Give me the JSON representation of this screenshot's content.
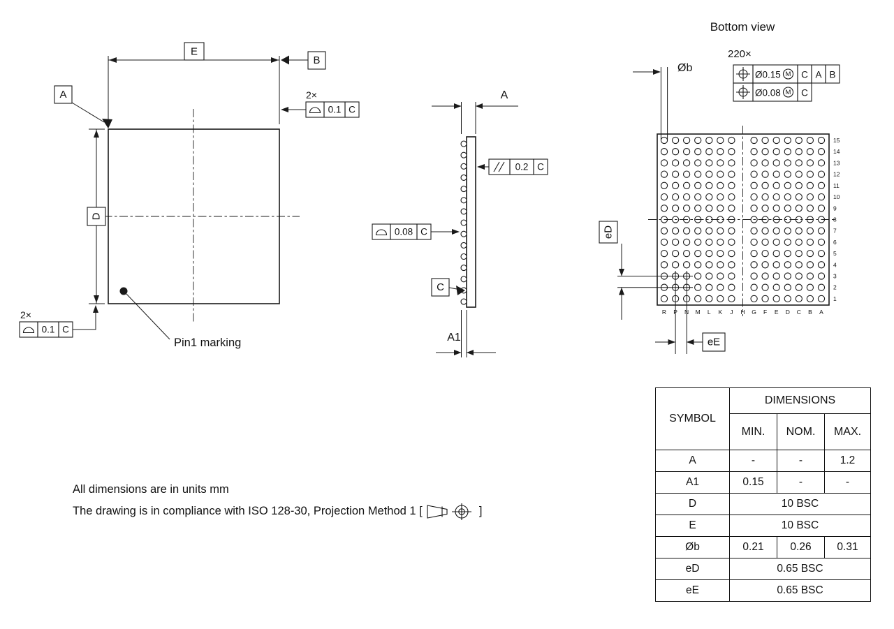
{
  "notes": {
    "line1": "All dimensions are in units mm",
    "line2_prefix": "The drawing is in compliance with ISO 128-30, Projection Method 1 [ ",
    "line2_suffix": " ]"
  },
  "top_view": {
    "dim_e_label": "E",
    "dim_d_label": "D",
    "datum_a_label": "A",
    "datum_b_label": "B",
    "pin1_label": "Pin1 marking",
    "fcf_top": {
      "count": "2×",
      "value": "0.1",
      "datum": "C"
    },
    "fcf_bottom": {
      "count": "2×",
      "value": "0.1",
      "datum": "C"
    }
  },
  "side_view": {
    "dim_a_label": "A",
    "dim_a1_label": "A1",
    "fcf_parallelism": {
      "value": "0.2",
      "datum": "C"
    },
    "fcf_profile": {
      "value": "0.08",
      "datum": "C"
    },
    "datum_c_label": "C"
  },
  "bottom_view": {
    "title": "Bottom view",
    "ball_count_label": "220×",
    "dim_b_label": "Øb",
    "fcf_position_1": {
      "tolerance": "Ø0.15",
      "modifier": "M",
      "datum_1": "C",
      "datum_2": "A",
      "datum_3": "B"
    },
    "fcf_position_2": {
      "tolerance": "Ø0.08",
      "modifier": "M",
      "datum_1": "C"
    },
    "dim_ed_label": "eD",
    "dim_ee_label": "eE",
    "row_labels": [
      "15",
      "14",
      "13",
      "12",
      "11",
      "10",
      "9",
      "8",
      "7",
      "6",
      "5",
      "4",
      "3",
      "2",
      "1"
    ],
    "col_labels": [
      "R",
      "P",
      "N",
      "M",
      "L",
      "K",
      "J",
      "H",
      "G",
      "F",
      "E",
      "D",
      "C",
      "B",
      "A"
    ]
  },
  "table": {
    "header_symbol": "SYMBOL",
    "header_dimensions": "DIMENSIONS",
    "header_min": "MIN.",
    "header_nom": "NOM.",
    "header_max": "MAX.",
    "rows": [
      {
        "symbol": "A",
        "min": "-",
        "nom": "-",
        "max": "1.2"
      },
      {
        "symbol": "A1",
        "min": "0.15",
        "nom": "-",
        "max": "-"
      },
      {
        "symbol": "D",
        "merged": "10 BSC"
      },
      {
        "symbol": "E",
        "merged": "10 BSC"
      },
      {
        "symbol": "Øb",
        "min": "0.21",
        "nom": "0.26",
        "max": "0.31"
      },
      {
        "symbol": "eD",
        "merged": "0.65 BSC"
      },
      {
        "symbol": "eE",
        "merged": "0.65 BSC"
      }
    ]
  }
}
